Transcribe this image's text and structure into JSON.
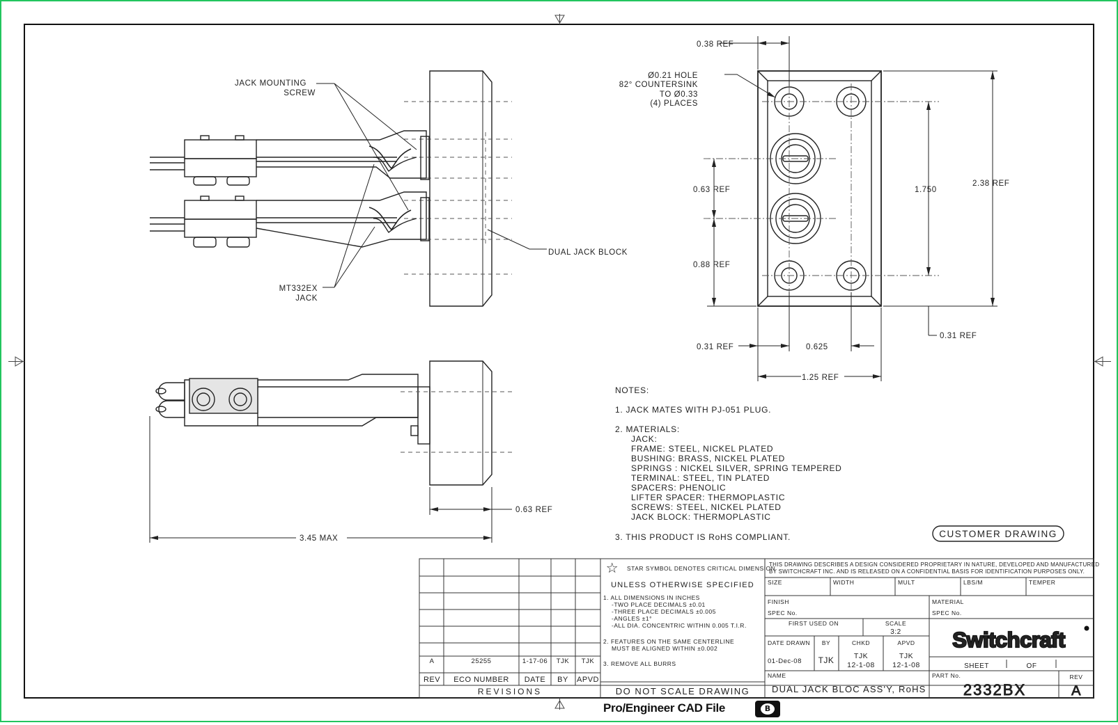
{
  "labels": {
    "jack_mounting_screw_1": "JACK MOUNTING",
    "jack_mounting_screw_2": "SCREW",
    "mt332ex_1": "MT332EX",
    "mt332ex_2": "JACK",
    "dual_jack_block": "DUAL JACK BLOCK",
    "hole_1": "Ø0.21 HOLE",
    "hole_2": "82° COUNTERSINK",
    "hole_3": "TO Ø0.33",
    "hole_4": "(4) PLACES"
  },
  "dimensions": {
    "d038": "0.38 REF",
    "d063a": "0.63 REF",
    "d088": "0.88 REF",
    "d1750": "1.750",
    "d238": "2.38 REF",
    "d031a": "0.31 REF",
    "d031b": "0.31 REF",
    "d0625": "0.625",
    "d125": "1.25 REF",
    "d063b": "0.63 REF",
    "d345": "3.45 MAX"
  },
  "notes": {
    "heading": "NOTES:",
    "n1": "1. JACK MATES WITH PJ-051 PLUG.",
    "n2": "2. MATERIALS:",
    "jack": "JACK:",
    "frame": "FRAME: STEEL, NICKEL PLATED",
    "bushing": "BUSHING: BRASS, NICKEL PLATED",
    "springs": "SPRINGS : NICKEL SILVER, SPRING TEMPERED",
    "terminal": "TERMINAL: STEEL, TIN PLATED",
    "spacers": "SPACERS: PHENOLIC",
    "lifter": "LIFTER SPACER: THERMOPLASTIC",
    "screws": "SCREWS: STEEL, NICKEL PLATED",
    "block": "JACK BLOCK: THERMOPLASTIC",
    "n3": "3. THIS PRODUCT IS RoHS COMPLIANT."
  },
  "customer_drawing": "CUSTOMER DRAWING",
  "title_block": {
    "rev_row": {
      "rev": "A",
      "eco": "25255",
      "date": "1-17-06",
      "by": "TJK",
      "apvd": "TJK"
    },
    "rev_headers": {
      "rev": "REV",
      "eco": "ECO NUMBER",
      "date": "DATE",
      "by": "BY",
      "apvd": "APVD"
    },
    "revisions": "REVISIONS",
    "star_note": "STAR SYMBOL DENOTES CRITICAL DIMENSION",
    "unless": "UNLESS OTHERWISE SPECIFIED",
    "tol_1": "1. ALL DIMENSIONS IN INCHES",
    "tol_2": "-TWO PLACE DECIMALS      ±0.01",
    "tol_3": "-THREE PLACE DECIMALS    ±0.005",
    "tol_4": "-ANGLES                  ±1°",
    "tol_5": "-ALL DIA. CONCENTRIC WITHIN 0.005 T.I.R.",
    "feat_1": "2. FEATURES ON THE SAME CENTERLINE",
    "feat_2": "MUST BE ALIGNED WITHIN ±0.002",
    "burrs": "3. REMOVE ALL BURRS",
    "do_not_scale": "DO NOT SCALE DRAWING",
    "proprietary_1": "THIS DRAWING DESCRIBES A DESIGN CONSIDERED PROPRIETARY IN NATURE, DEVELOPED AND MANUFACTURED",
    "proprietary_2": "BY SWITCHCRAFT INC. AND IS RELEASED ON A CONFIDENTIAL BASIS FOR IDENTIFICATION PURPOSES ONLY.",
    "size": "SIZE",
    "width": "WIDTH",
    "mult": "MULT",
    "lbs_m": "LBS/M",
    "temper": "TEMPER",
    "finish": "FINISH",
    "spec_no_a": "SPEC No.",
    "material": "MATERIAL",
    "spec_no_b": "SPEC No.",
    "first_used_on": "FIRST USED ON",
    "scale_label": "SCALE",
    "scale_value": "3:2",
    "date_drawn_label": "DATE DRAWN",
    "by_label": "BY",
    "chkd_label": "CHKD",
    "apvd_label": "APVD",
    "date_drawn": "01-Dec-08",
    "by": "TJK",
    "chkd_by": "TJK",
    "chkd_date": "12-1-08",
    "apvd_by": "TJK",
    "apvd_date": "12-1-08",
    "brand": "Switchcraft",
    "sheet": "SHEET",
    "of": "OF",
    "name_label": "NAME",
    "name": "DUAL JACK BLOC ASS'Y, RoHS",
    "part_no_label": "PART No.",
    "part_no": "2332BX",
    "rev_label": "REV",
    "rev": "A"
  },
  "footer": {
    "label": "Pro/Engineer CAD File",
    "badge": "B"
  }
}
